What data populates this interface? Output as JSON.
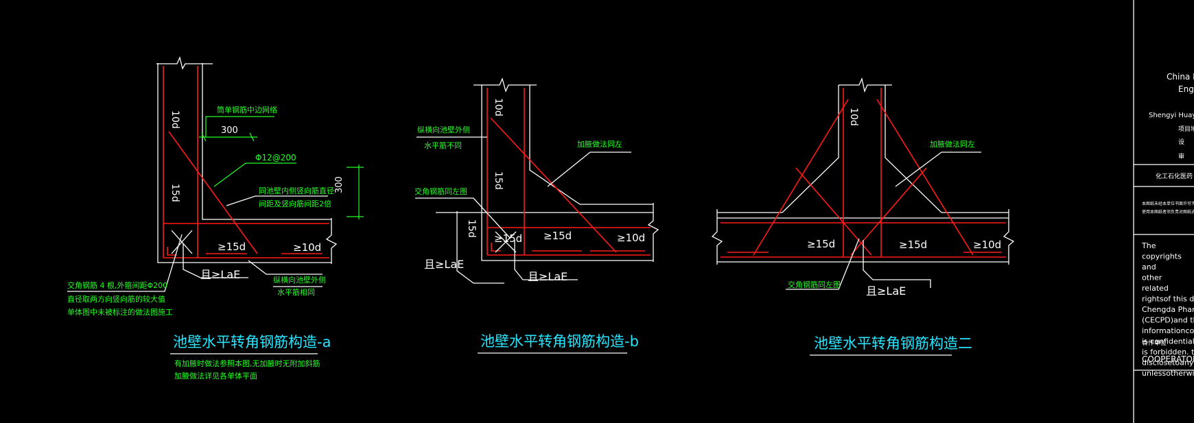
{
  "colors": {
    "background": "#000000",
    "rebar": "#ff1a1a",
    "outline": "#ffffff",
    "annotation": "#22ff22",
    "title": "#27e6ff"
  },
  "detail_a": {
    "title": "池壁水平转角钢筋构造-a",
    "note1": "有加腋时做法参照本图,无加腋时无附加斜筋",
    "note2": "加腋做法详见各单体平面",
    "dim_10d": "10d",
    "dim_15d_v": "15d",
    "dim_15d": "≥15d",
    "dim_10d_b": "≥10d",
    "lae": "且≥LaE",
    "dim_300_h": "300",
    "dim_300_v": "300",
    "label_single": "筒单钢筋中边网络",
    "label_bar": "Φ12@200",
    "label_same1": "同池壁内侧竖向筋直径",
    "label_same2": "间距及竖向筋间距2倍",
    "label_hor1": "纵横向池壁外侧",
    "label_hor2": "水平筋相同",
    "label_corner1": "交角钢筋 4 根,外箍间距Φ200",
    "label_corner2": "直径取两方向竖向筋的较大值",
    "label_corner3": "单体图中未被标注的做法图施工"
  },
  "detail_b": {
    "title": "池壁水平转角钢筋构造-b",
    "dim_10d": "10d",
    "dim_15d_v": "15d",
    "dim_15d_v2": "15d",
    "dim_15d_a": "≥15d",
    "dim_15d_b": "≥15d",
    "dim_10d_b": "≥10d",
    "lae_left": "且≥LaE",
    "lae_bottom": "且≥LaE",
    "label_outer1": "纵横向池壁外侧",
    "label_outer2": "水平筋不同",
    "label_corner": "交角钢筋同左图",
    "label_haunch": "加腋做法同左"
  },
  "detail_c": {
    "title": "池壁水平转角钢筋构造二",
    "dim_10d": "10d",
    "dim_15d_a": "≥15d",
    "dim_15d_b": "≥15d",
    "dim_10d_b": "≥10d",
    "lae": "且≥LaE",
    "label_haunch": "加腋做法同左",
    "label_corner": "交角钢筋同左图"
  },
  "title_block": {
    "company1": "China E",
    "company2": "Eng",
    "location": "Shengyi Huayua",
    "field1": "项目地址",
    "field2": "设",
    "field3": "审",
    "project": "化工石化医药 平面",
    "note_line1": "本图纸未经本单位书面许可不得复制或转给第三方使用",
    "note_line2": "使用本图纸者须负责对图纸进行核对",
    "copyright": [
      "The",
      "copyrights",
      "and",
      "other",
      "related",
      "rightsof this d",
      "Chengda Pharm",
      "(CECPD)and th",
      "informationcon",
      "is confidential",
      "is forbidden. t",
      "disclosetoanythi",
      "unlessotherwis"
    ],
    "stamp": "合作单位",
    "cooperator": "COOPERATOR:"
  }
}
